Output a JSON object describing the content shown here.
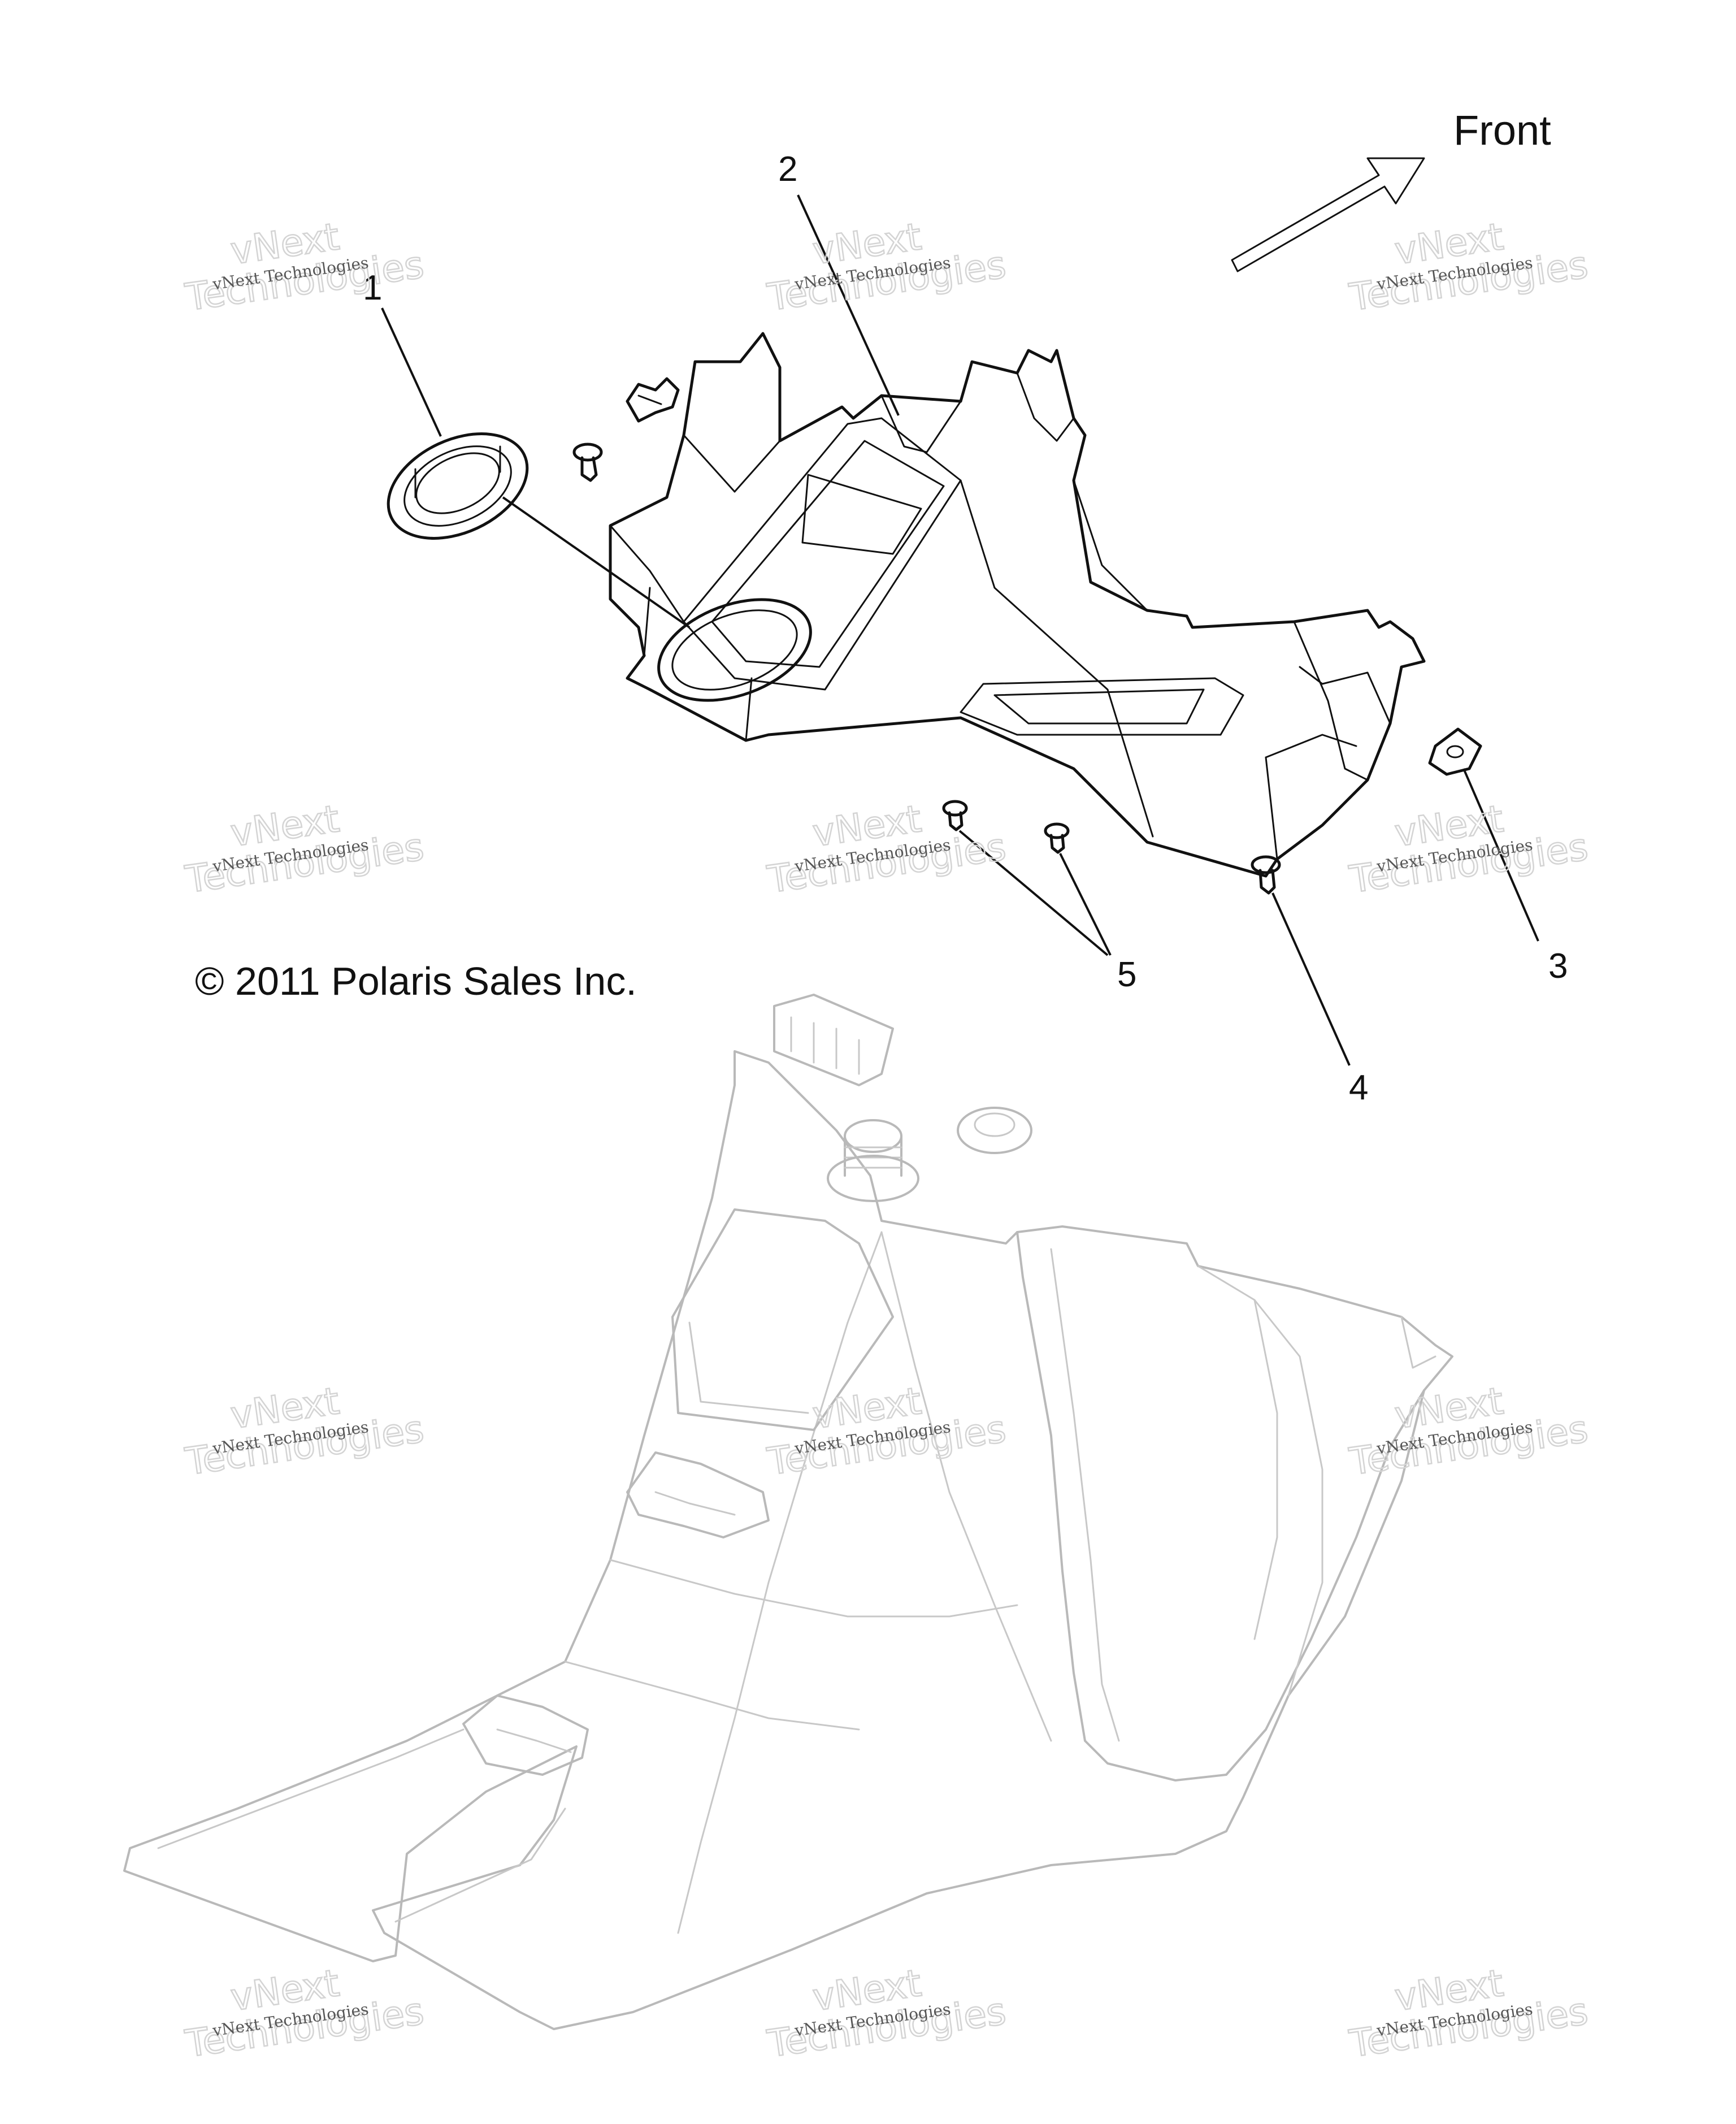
{
  "diagram": {
    "front_label": "Front",
    "copyright": "© 2011 Polaris Sales Inc.",
    "callouts": [
      {
        "id": "1",
        "label": "1"
      },
      {
        "id": "2",
        "label": "2"
      },
      {
        "id": "3",
        "label": "3"
      },
      {
        "id": "4",
        "label": "4"
      },
      {
        "id": "5",
        "label": "5"
      }
    ],
    "watermark": {
      "line_small": "vNext Technologies",
      "line_big_1": "vNext",
      "line_big_2": "Technologies"
    }
  }
}
